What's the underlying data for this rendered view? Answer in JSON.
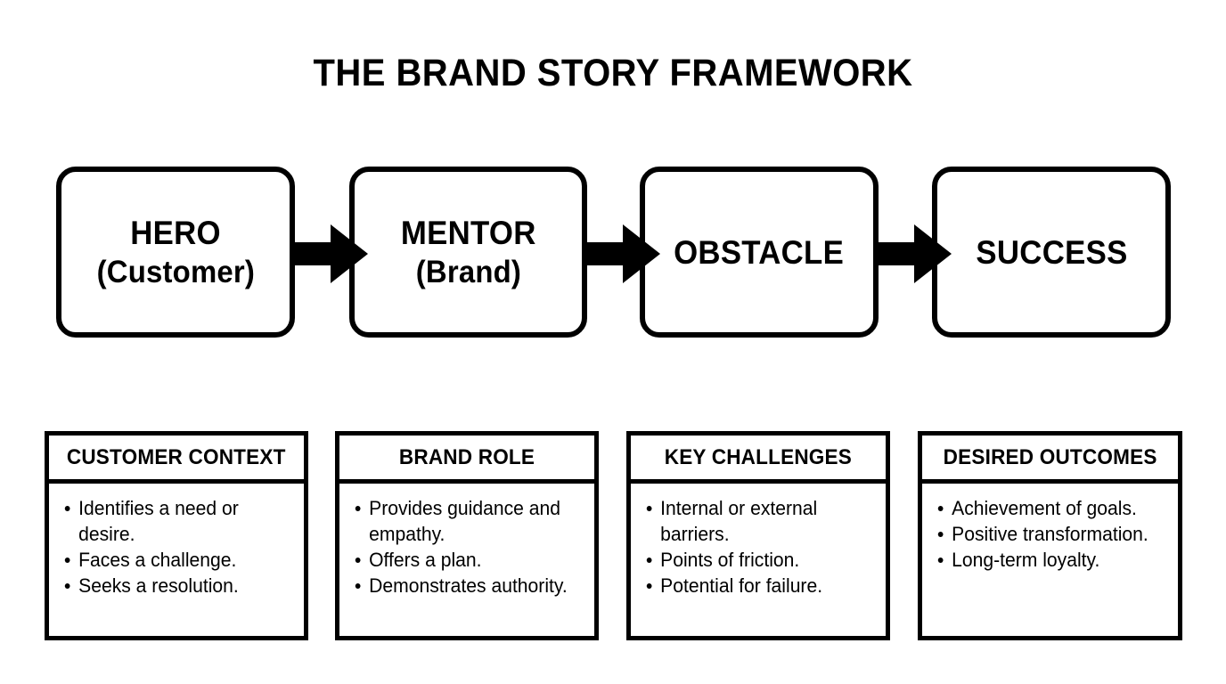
{
  "page": {
    "title": "THE BRAND STORY FRAMEWORK",
    "background_color": "#ffffff",
    "ink_color": "#000000"
  },
  "flow": {
    "stages": [
      {
        "title": "HERO",
        "subtitle": "(Customer)"
      },
      {
        "title": "MENTOR",
        "subtitle": "(Brand)"
      },
      {
        "title": "OBSTACLE",
        "subtitle": ""
      },
      {
        "title": "SUCCESS",
        "subtitle": ""
      }
    ],
    "connectors": [
      {
        "name": "arrow-hero-to-mentor"
      },
      {
        "name": "arrow-mentor-to-obstacle"
      },
      {
        "name": "arrow-obstacle-to-success"
      }
    ]
  },
  "panels": [
    {
      "header": "CUSTOMER CONTEXT",
      "bullets": [
        "Identifies a need or desire.",
        "Faces a challenge.",
        "Seeks a resolution."
      ]
    },
    {
      "header": "BRAND ROLE",
      "bullets": [
        "Provides guidance and empathy.",
        "Offers a plan.",
        "Demonstrates authority."
      ]
    },
    {
      "header": "KEY CHALLENGES",
      "bullets": [
        "Internal or external barriers.",
        "Points of friction.",
        "Potential for failure."
      ]
    },
    {
      "header": "DESIRED OUTCOMES",
      "bullets": [
        "Achievement of goals.",
        "Positive transformation.",
        "Long-term loyalty."
      ]
    }
  ]
}
